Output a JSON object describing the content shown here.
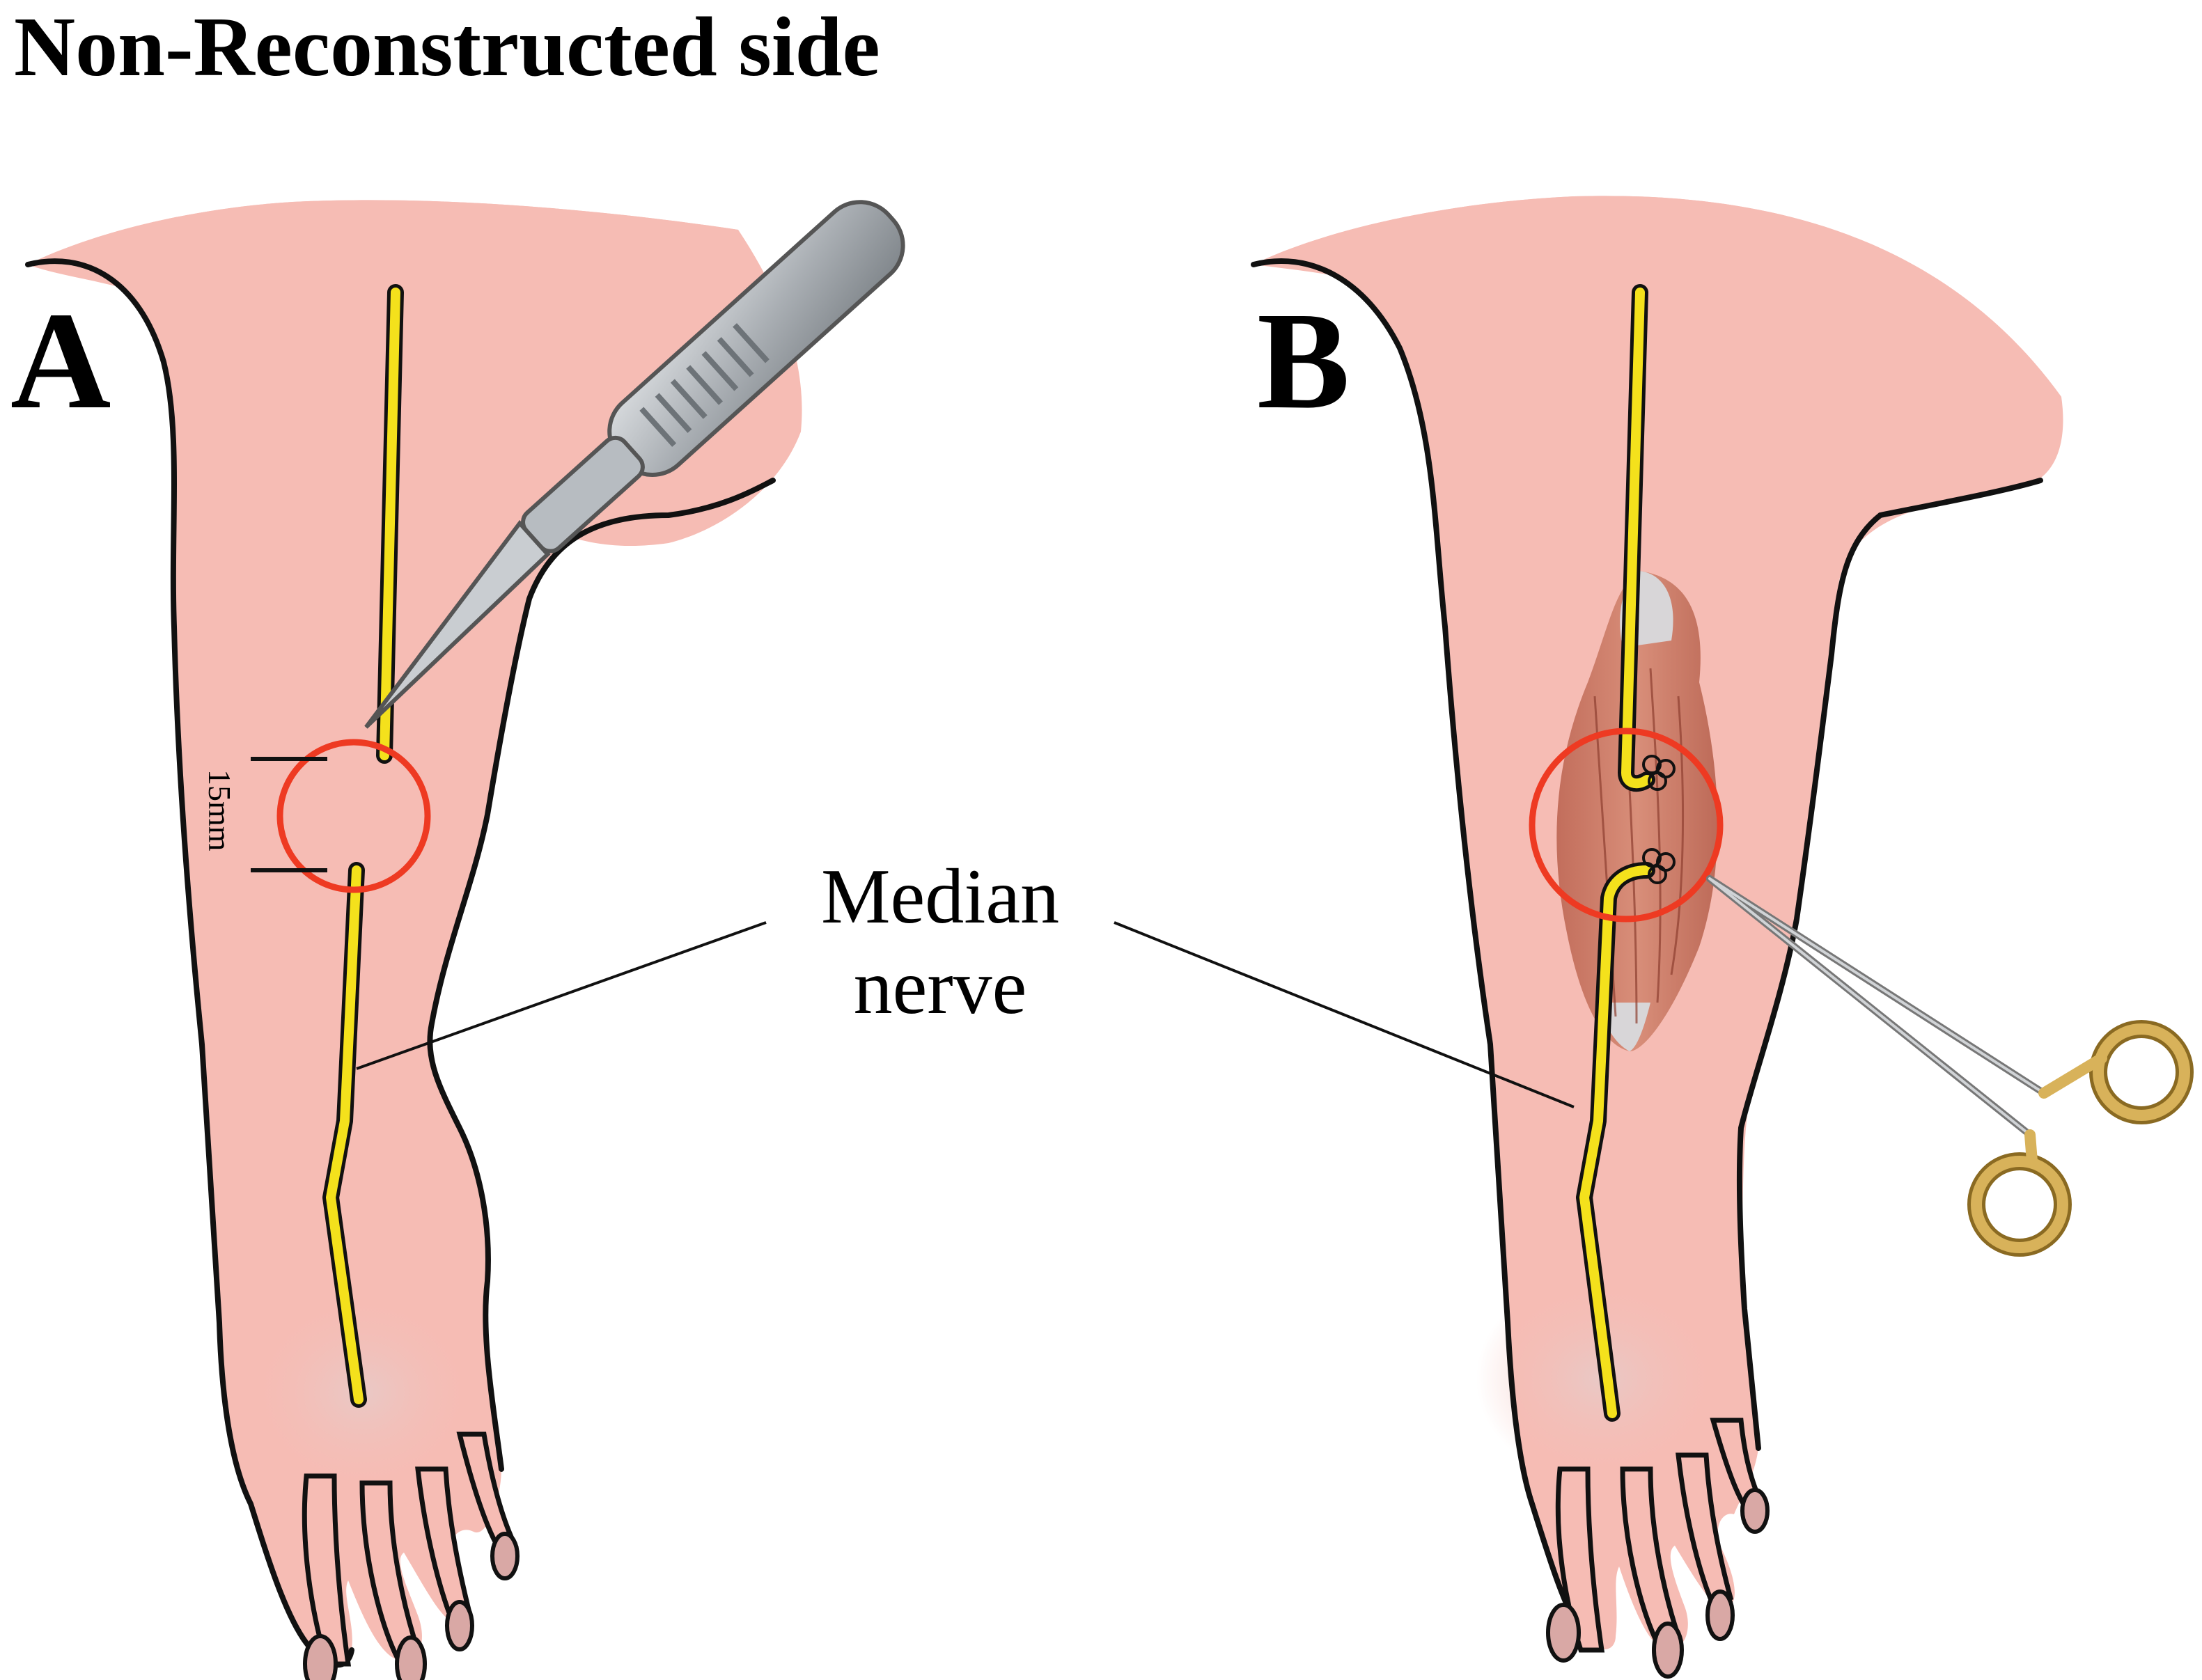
{
  "figure": {
    "title": "Non-Reconstructed side",
    "panels": [
      {
        "label": "A",
        "measurement": "15mm",
        "tool_icon": "scalpel-icon"
      },
      {
        "label": "B",
        "tool_icon": "needle-holder-icon",
        "graft_icon": "muscle-graft-icon",
        "suture_icon": "suture-knot-icon"
      }
    ],
    "callout": {
      "line1": "Median",
      "line2": "nerve"
    },
    "colors": {
      "skin": "#f6bcb4",
      "nerve": "#f4e11c",
      "outline": "#111111",
      "highlight_circle": "#ee3a22",
      "muscle": "#c57460",
      "tool_steel": "#a9aeb3",
      "tool_gold": "#d8b25a"
    }
  }
}
